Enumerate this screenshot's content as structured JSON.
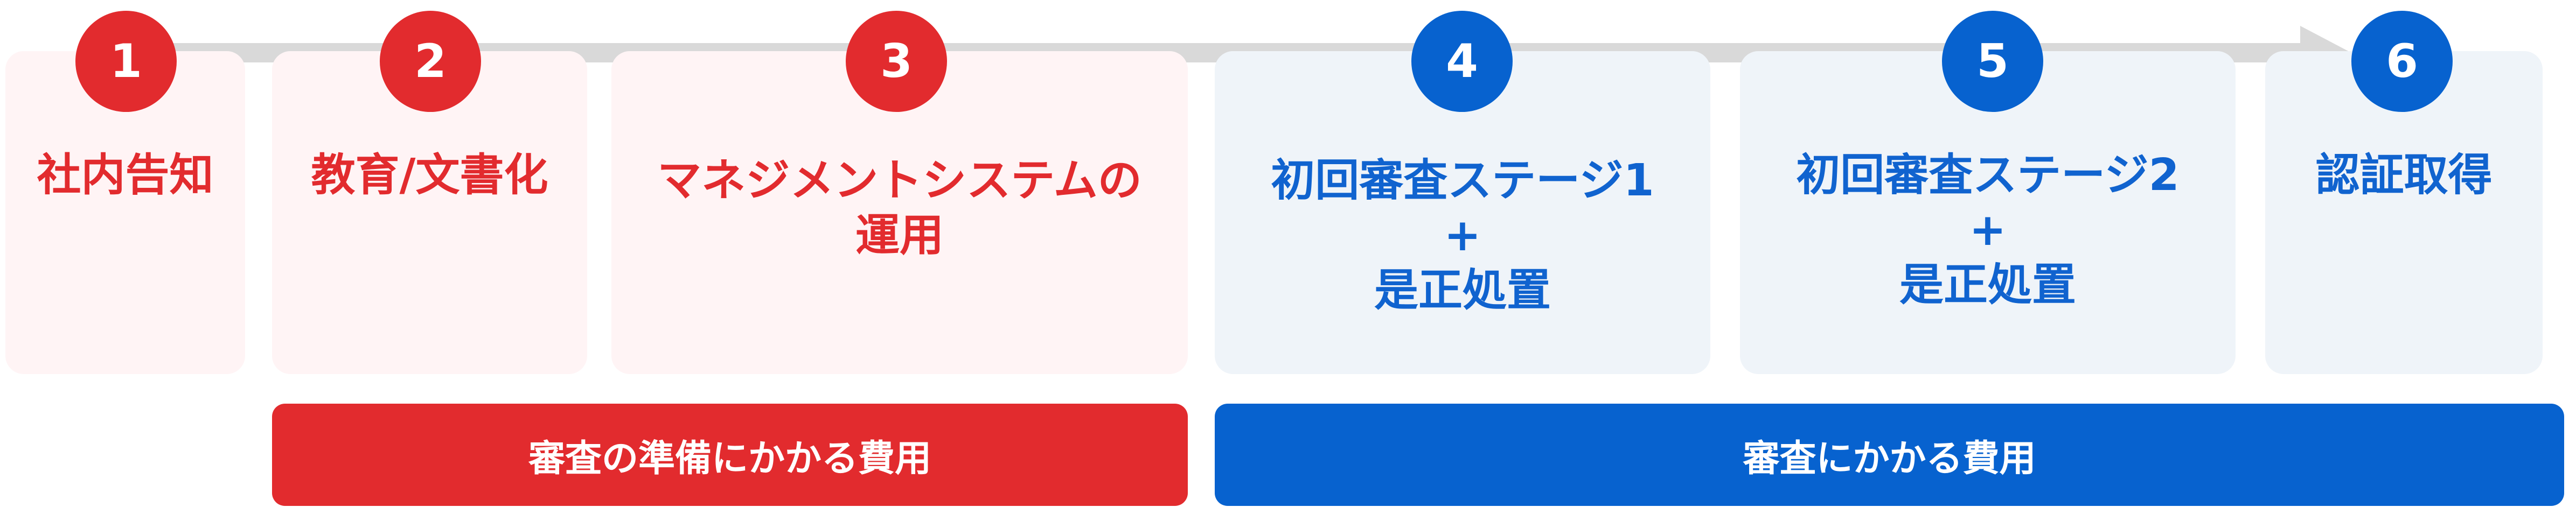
{
  "steps": [
    {
      "number": "1",
      "label": "社内告知"
    },
    {
      "number": "2",
      "label": "教育/文書化"
    },
    {
      "number": "3",
      "label": "マネジメントシステムの\n運用"
    },
    {
      "number": "4",
      "label": "初回審査ステージ1\n+\n是正処置"
    },
    {
      "number": "5",
      "label": "初回審査ステージ2\n+\n是正処置"
    },
    {
      "number": "6",
      "label": "認証取得"
    }
  ],
  "cost_bars": {
    "preparation": "審査の準備にかかる費用",
    "audit": "審査にかかる費用"
  },
  "colors": {
    "red": "#e22b2e",
    "blue": "#0762cf",
    "arrow": "#d9d9d9",
    "card_red": "#fff4f5",
    "card_blue": "#eff4f9"
  }
}
